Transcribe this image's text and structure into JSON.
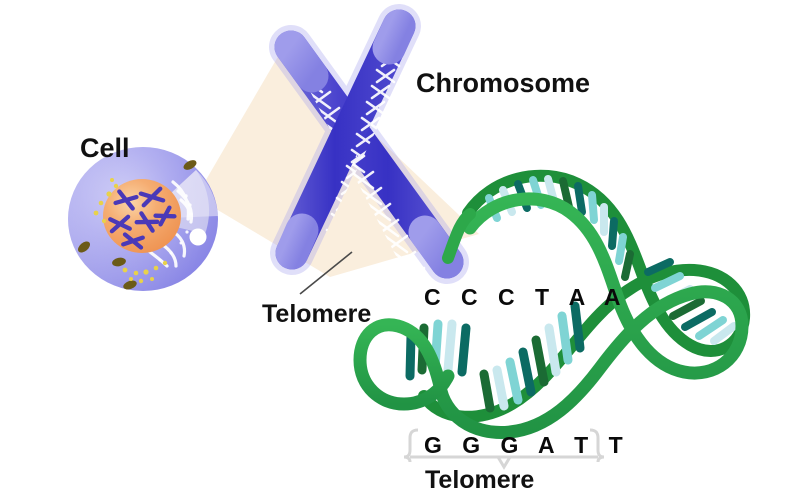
{
  "diagram": {
    "title": "Telomere structure diagram",
    "background_color": "#ffffff"
  },
  "labels": {
    "cell": "Cell",
    "chromosome": "Chromosome",
    "telomere_chromosome": "Telomere",
    "telomere_dna": "Telomere"
  },
  "sequences": {
    "top_strand": "C C C T A A",
    "bottom_strand": "G G G A T T"
  },
  "colors": {
    "cell_membrane": "#8b88e8",
    "cell_membrane_light": "#a8a6ef",
    "nucleus": "#f2a05f",
    "nucleus_light": "#f7c08a",
    "nucleus_chromosome": "#4a39b8",
    "beam": "#faeedd",
    "chromosome_body": "#3731c4",
    "chromosome_tip": "#8a87e0",
    "chromosome_helix": "#ffffff",
    "dna_backbone": "#2da84a",
    "dna_backbone_dark": "#1e8f3a",
    "base_dark_teal": "#0c6b63",
    "base_light_teal": "#7fd4d4",
    "base_pale": "#c9e8ee",
    "base_dark_green": "#1b6b34",
    "label_text": "#111111",
    "leader_line": "#444444",
    "brace": "#d9d9d9"
  },
  "parts": {
    "cell_organelles": [
      "nucleus",
      "mitochondria",
      "vesicle",
      "endoplasmic-reticulum",
      "granules"
    ],
    "magnification_beam": "cone from cell to chromosome",
    "chromosome_arms": 2,
    "chromosome_telomere_tips": 4,
    "dna_shape": "double helix strand unwound from chromosome tip"
  }
}
